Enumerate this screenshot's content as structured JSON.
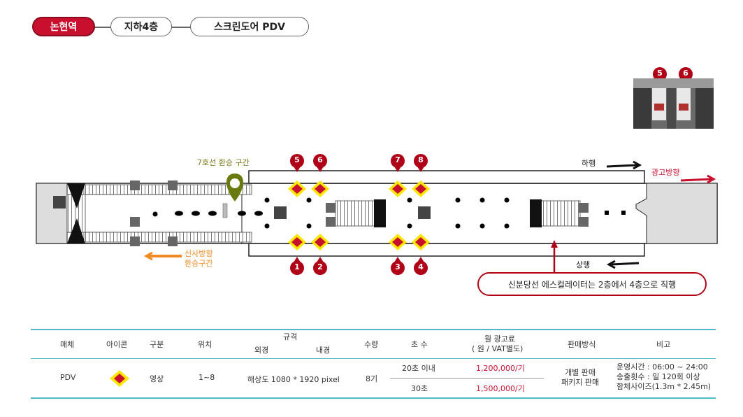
{
  "breadcrumb": {
    "station": "논현역",
    "floor": "지하4층",
    "product": "스크린도어 PDV"
  },
  "diagram": {
    "transfer_line7": "7호선 환승 구간",
    "down_direction": "하행",
    "up_direction": "상행",
    "ad_direction": "광고방향",
    "sinsa_direction_line1": "신사방향",
    "sinsa_direction_line2": "환승구간",
    "callout": "신분당선 에스컬레이터는 2층에서 4층으로 직행",
    "top_markers": [
      "5",
      "6",
      "7",
      "8"
    ],
    "bottom_markers": [
      "1",
      "2",
      "3",
      "4"
    ],
    "photo_markers": [
      "5",
      "6"
    ]
  },
  "colors": {
    "brand_red": "#c8102e",
    "marker_yellow": "#ffe600",
    "divider_teal": "#4fb8c8",
    "orange_arrow": "#f08a24",
    "pin_olive": "#6b7a0e"
  },
  "table": {
    "headers": {
      "media": "매체",
      "icon": "아이콘",
      "category": "구분",
      "location": "위치",
      "spec": "규격",
      "spec_outer": "외경",
      "spec_inner": "내경",
      "quantity": "수량",
      "seconds": "초 수",
      "monthly_fee": "월 광고료",
      "monthly_fee_note": "( 원 / VAT별도)",
      "sale_method": "판매방식",
      "remarks": "비고"
    },
    "row": {
      "media": "PDV",
      "icon": "diamond-marker-icon",
      "category": "영상",
      "location": "1~8",
      "spec": "해상도 1080 * 1920 pixel",
      "quantity": "8기",
      "seconds_1": "20초 이내",
      "fee_1": "1,200,000/기",
      "seconds_2": "30초",
      "fee_2": "1,500,000/기",
      "sale_method_1": "개별 판매",
      "sale_method_2": "패키지 판매",
      "remarks_1": "운영시간 : 06:00 ~ 24:00",
      "remarks_2": "송출횟수 : 일 120회 이상",
      "remarks_3": "함체사이즈(1.3m * 2.45m)"
    }
  }
}
